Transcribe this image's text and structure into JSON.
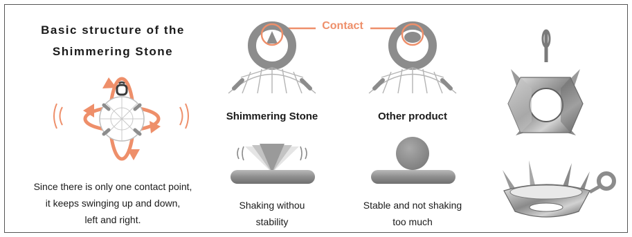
{
  "left": {
    "title_line1": "Basic structure of the",
    "title_line2": "Shimmering Stone",
    "desc_line1": "Since there is only one contact point,",
    "desc_line2": "it keeps swinging up and down,",
    "desc_line3": "left and right."
  },
  "contact_label": "Contact",
  "shimmering": {
    "caption": "Shimmering Stone",
    "note_line1": "Shaking withou",
    "note_line2": "stability"
  },
  "other": {
    "caption": "Other product",
    "note_line1": "Stable and not shaking",
    "note_line2": "too much"
  },
  "colors": {
    "accent": "#EE8F6A",
    "metal": "#8C8C8C",
    "text": "#1a1a1a"
  }
}
